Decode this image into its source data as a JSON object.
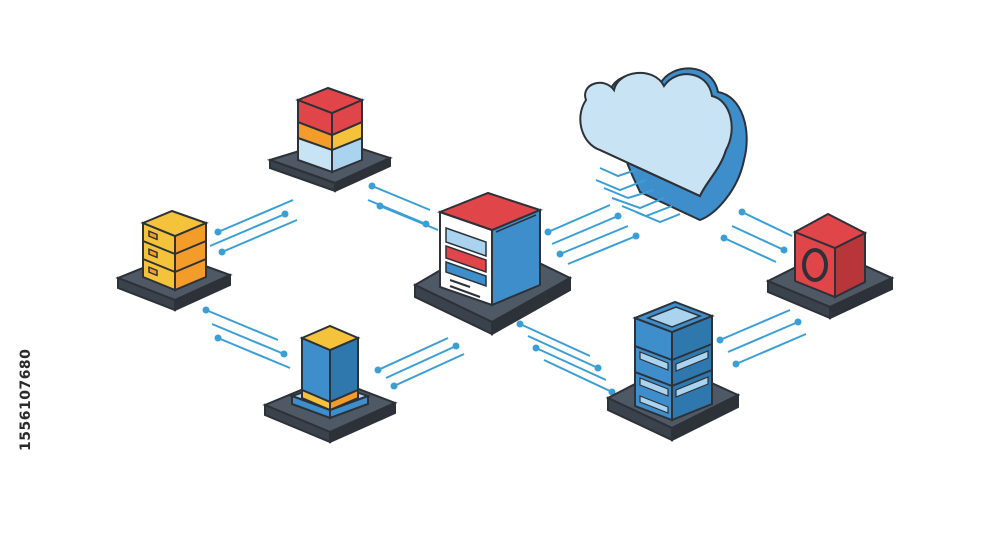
{
  "image_id_text": "1556107680",
  "colors": {
    "outline": "#2d3138",
    "link": "#3b9fd6",
    "platform_top": "#4f5965",
    "platform_side": "#3a424c",
    "red": "#e0454a",
    "orange": "#f39c2a",
    "yellow": "#f5c33b",
    "blue": "#3e8ecb",
    "light_blue": "#a9d3ef",
    "cloud_front": "#c8e3f4",
    "cloud_back": "#3e8ecb",
    "white": "#ffffff"
  },
  "nodes": [
    {
      "id": "data-stack-node",
      "icon": "layered-block-icon"
    },
    {
      "id": "gold-server-node",
      "icon": "gold-server-rack-icon"
    },
    {
      "id": "blue-cube-node",
      "icon": "blue-cube-icon"
    },
    {
      "id": "central-server-node",
      "icon": "central-server-tower-icon"
    },
    {
      "id": "cloud-node",
      "icon": "cloud-icon"
    },
    {
      "id": "red-storage-node",
      "icon": "red-storage-box-icon"
    },
    {
      "id": "blue-server-node",
      "icon": "blue-server-rack-icon"
    }
  ]
}
